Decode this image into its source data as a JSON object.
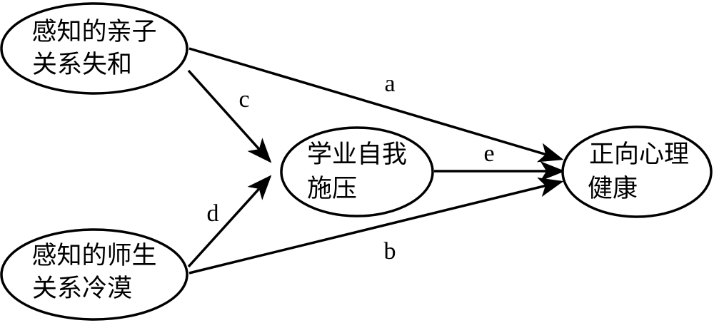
{
  "nodes": {
    "parent_child": {
      "line1": "感知的亲子",
      "line2": "关系失和"
    },
    "teacher_student": {
      "line1": "感知的师生",
      "line2": "关系冷漠"
    },
    "academic_pressure": {
      "line1": "学业自我",
      "line2": "施压"
    },
    "mental_health": {
      "line1": "正向心理",
      "line2": "健康"
    }
  },
  "edges": {
    "a": "a",
    "b": "b",
    "c": "c",
    "d": "d",
    "e": "e"
  },
  "colors": {
    "stroke": "#000000",
    "fill": "#ffffff"
  }
}
